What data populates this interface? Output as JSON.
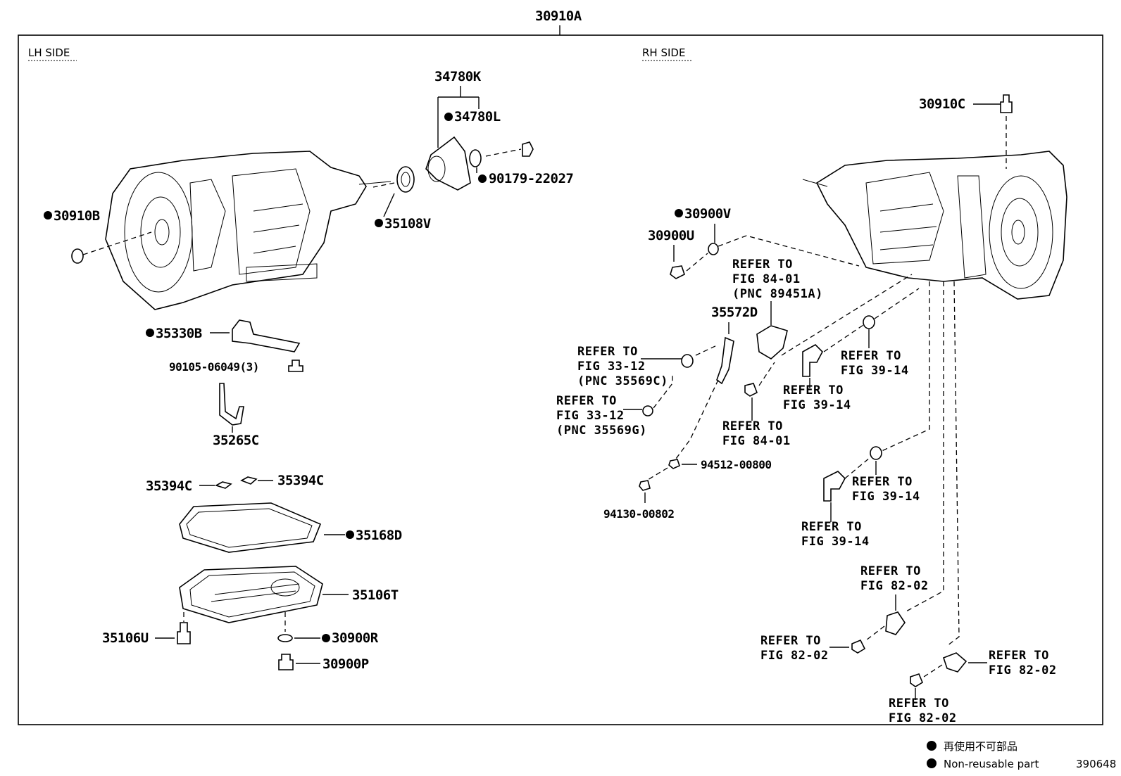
{
  "diagram": {
    "assembly_label": "30910A",
    "sides": {
      "lh": "LH SIDE",
      "rh": "RH SIDE"
    },
    "parts": [
      {
        "id": "30910B",
        "label": "30910B",
        "non_reusable": true
      },
      {
        "id": "34780K",
        "label": "34780K",
        "non_reusable": false
      },
      {
        "id": "34780L",
        "label": "34780L",
        "non_reusable": true
      },
      {
        "id": "90179-22027",
        "label": "90179-22027",
        "non_reusable": true
      },
      {
        "id": "35108V",
        "label": "35108V",
        "non_reusable": true
      },
      {
        "id": "35330B",
        "label": "35330B",
        "non_reusable": true
      },
      {
        "id": "90105-06049",
        "label": "90105-06049(3)",
        "non_reusable": false
      },
      {
        "id": "35265C",
        "label": "35265C",
        "non_reusable": false
      },
      {
        "id": "35394C-a",
        "label": "35394C",
        "non_reusable": false
      },
      {
        "id": "35394C-b",
        "label": "35394C",
        "non_reusable": false
      },
      {
        "id": "35168D",
        "label": "35168D",
        "non_reusable": true
      },
      {
        "id": "35106T",
        "label": "35106T",
        "non_reusable": false
      },
      {
        "id": "35106U",
        "label": "35106U",
        "non_reusable": false
      },
      {
        "id": "30900R",
        "label": "30900R",
        "non_reusable": true
      },
      {
        "id": "30900P",
        "label": "30900P",
        "non_reusable": false
      },
      {
        "id": "30910C",
        "label": "30910C",
        "non_reusable": false
      },
      {
        "id": "30900V",
        "label": "30900V",
        "non_reusable": true
      },
      {
        "id": "30900U",
        "label": "30900U",
        "non_reusable": false
      },
      {
        "id": "35572D",
        "label": "35572D",
        "non_reusable": false
      },
      {
        "id": "94512-00800",
        "label": "94512-00800",
        "non_reusable": false
      },
      {
        "id": "94130-00802",
        "label": "94130-00802",
        "non_reusable": false
      }
    ],
    "references": [
      {
        "id": "ref-84-01-pnc",
        "lines": [
          "REFER TO",
          "FIG 84-01",
          "(PNC 89451A)"
        ]
      },
      {
        "id": "ref-33-12-c",
        "lines": [
          "REFER TO",
          "FIG 33-12",
          "(PNC 35569C)"
        ]
      },
      {
        "id": "ref-33-12-g",
        "lines": [
          "REFER TO",
          "FIG 33-12",
          "(PNC 35569G)"
        ]
      },
      {
        "id": "ref-39-14-a",
        "lines": [
          "REFER TO",
          "FIG 39-14"
        ]
      },
      {
        "id": "ref-39-14-b",
        "lines": [
          "REFER TO",
          "FIG 39-14"
        ]
      },
      {
        "id": "ref-84-01",
        "lines": [
          "REFER TO",
          "FIG 84-01"
        ]
      },
      {
        "id": "ref-39-14-c",
        "lines": [
          "REFER TO",
          "FIG 39-14"
        ]
      },
      {
        "id": "ref-39-14-d",
        "lines": [
          "REFER TO",
          "FIG 39-14"
        ]
      },
      {
        "id": "ref-82-02-a",
        "lines": [
          "REFER TO",
          "FIG 82-02"
        ]
      },
      {
        "id": "ref-82-02-b",
        "lines": [
          "REFER TO",
          "FIG 82-02"
        ]
      },
      {
        "id": "ref-82-02-c",
        "lines": [
          "REFER TO",
          "FIG 82-02"
        ]
      },
      {
        "id": "ref-82-02-d",
        "lines": [
          "REFER TO",
          "FIG 82-02"
        ]
      }
    ],
    "legend": {
      "items": [
        {
          "symbol": "filled-circle",
          "label": "再使用不可部品"
        },
        {
          "symbol": "filled-circle",
          "label": "Non-reusable part"
        }
      ]
    },
    "figure_number": "390648"
  }
}
